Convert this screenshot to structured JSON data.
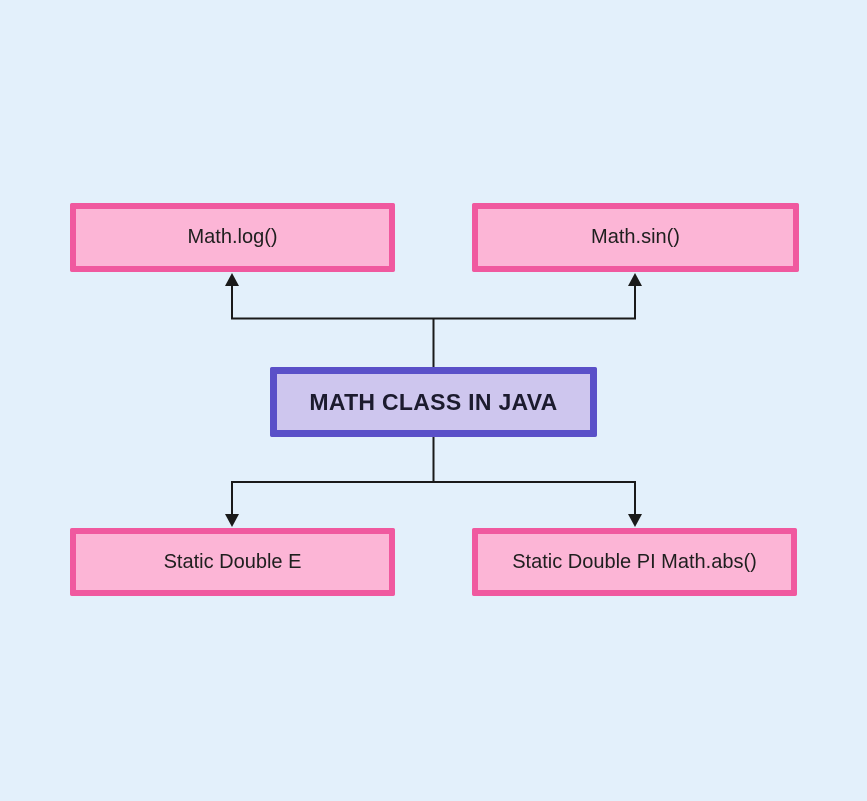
{
  "diagram": {
    "title": "MATH CLASS IN JAVA",
    "center_node": {
      "label": "MATH CLASS IN JAVA"
    },
    "top_nodes": [
      {
        "label": "Math.log()"
      },
      {
        "label": "Math.sin()"
      }
    ],
    "bottom_nodes": [
      {
        "label": "Static Double E"
      },
      {
        "label": "Static Double PI Math.abs()"
      }
    ],
    "colors": {
      "background": "#E3F0FB",
      "pink_node_fill": "#FCB5D6",
      "pink_node_border": "#F0599F",
      "center_node_fill": "#CEC6EE",
      "center_node_border": "#5A50C8",
      "connector_line": "#1A1A1A",
      "text": "#1F1F1F"
    }
  }
}
